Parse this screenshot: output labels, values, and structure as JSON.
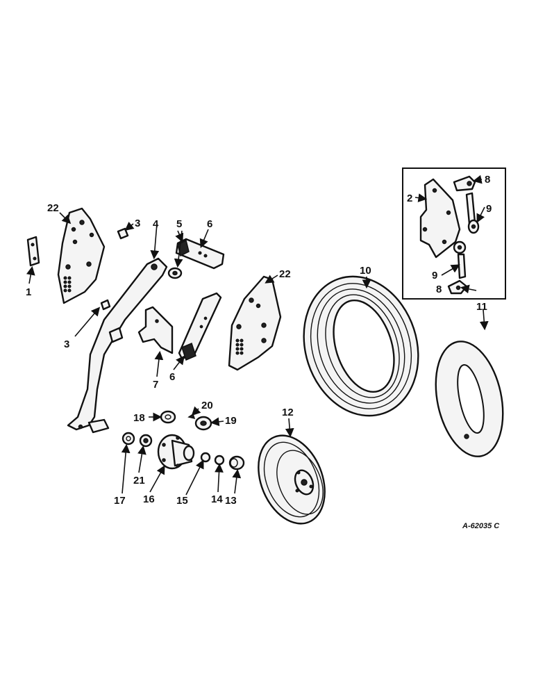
{
  "labels": {
    "n1": "1",
    "n2": "2",
    "n3a": "3",
    "n3b": "3",
    "n4": "4",
    "n5": "5",
    "n6a": "6",
    "n6b": "6",
    "n7": "7",
    "n8a": "8",
    "n8b": "8",
    "n9a": "9",
    "n9b": "9",
    "n10": "10",
    "n11": "11",
    "n12": "12",
    "n13": "13",
    "n14": "14",
    "n15": "15",
    "n16": "16",
    "n17": "17",
    "n18": "18",
    "n19": "19",
    "n20": "20",
    "n21": "21",
    "n22a": "22",
    "n22b": "22"
  },
  "drawing_code": "A-62035 C"
}
